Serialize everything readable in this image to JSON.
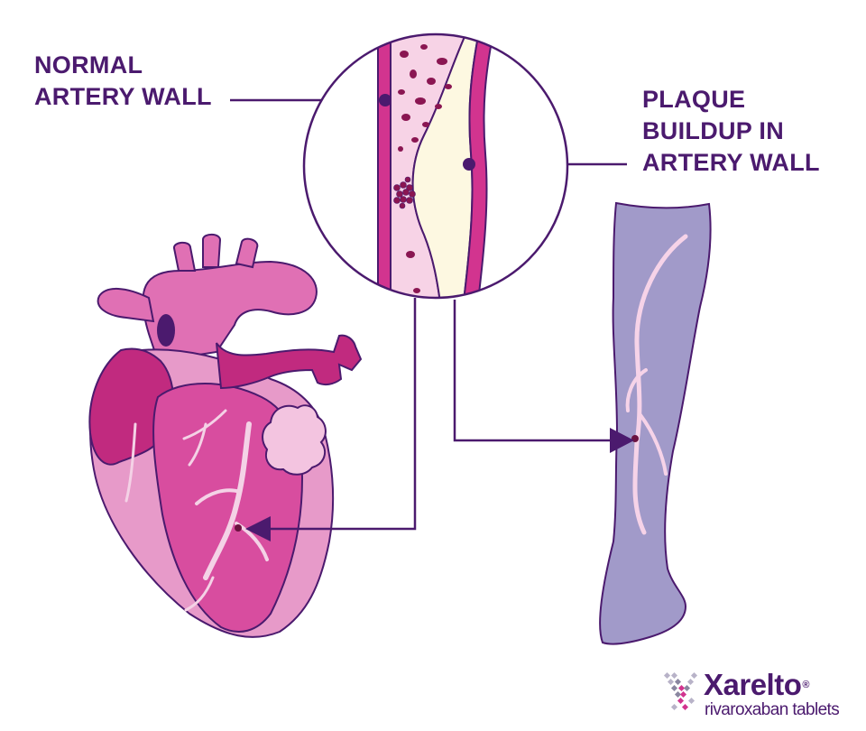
{
  "labels": {
    "normal_artery": [
      "NORMAL",
      "ARTERY WALL"
    ],
    "plaque_buildup": [
      "PLAQUE",
      "BUILDUP IN",
      "ARTERY WALL"
    ]
  },
  "logo": {
    "brand": "Xarelto",
    "registered": "®",
    "tagline": "rivaroxaban tablets"
  },
  "colors": {
    "label_text": "#4b1a6e",
    "leader_line": "#4b1a6e",
    "artery_wall": "#d2348f",
    "blood": "#f7d3e6",
    "plaque": "#fdf8e1",
    "heart_light": "#e79ac9",
    "heart_mid": "#e070b4",
    "heart_dark": "#c12a7f",
    "leg": "#a19ac9"
  }
}
